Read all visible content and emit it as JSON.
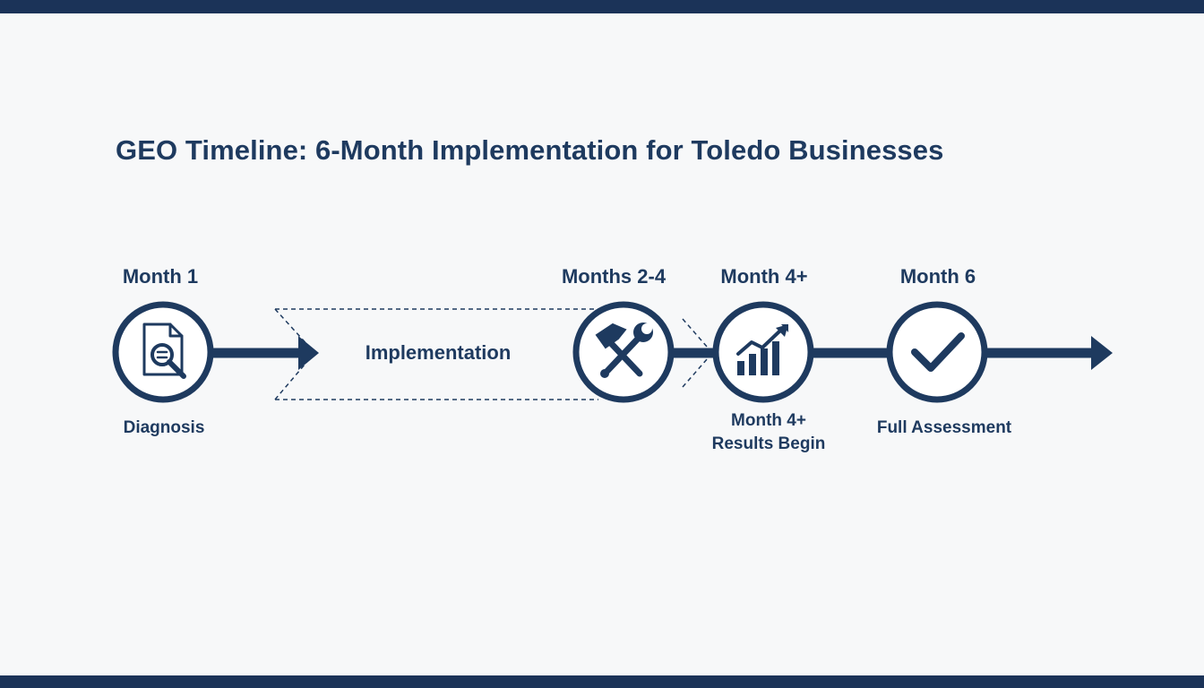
{
  "title": "GEO Timeline: 6-Month Implementation for Toledo Businesses",
  "colors": {
    "primary": "#1e3a5f",
    "background": "#f7f8f9",
    "band": "#1b3358"
  },
  "milestones": [
    {
      "period": "Month 1",
      "caption": "Diagnosis",
      "icon": "document-search-icon"
    },
    {
      "period": "Months 2-4",
      "icon": "tools-icon"
    },
    {
      "period": "Month 4+",
      "caption_line1": "Month 4+",
      "caption_line2": "Results Begin",
      "icon": "growth-chart-icon"
    },
    {
      "period": "Month 6",
      "caption": "Full Assessment",
      "icon": "checkmark-icon"
    }
  ],
  "phase_label": "Implementation"
}
